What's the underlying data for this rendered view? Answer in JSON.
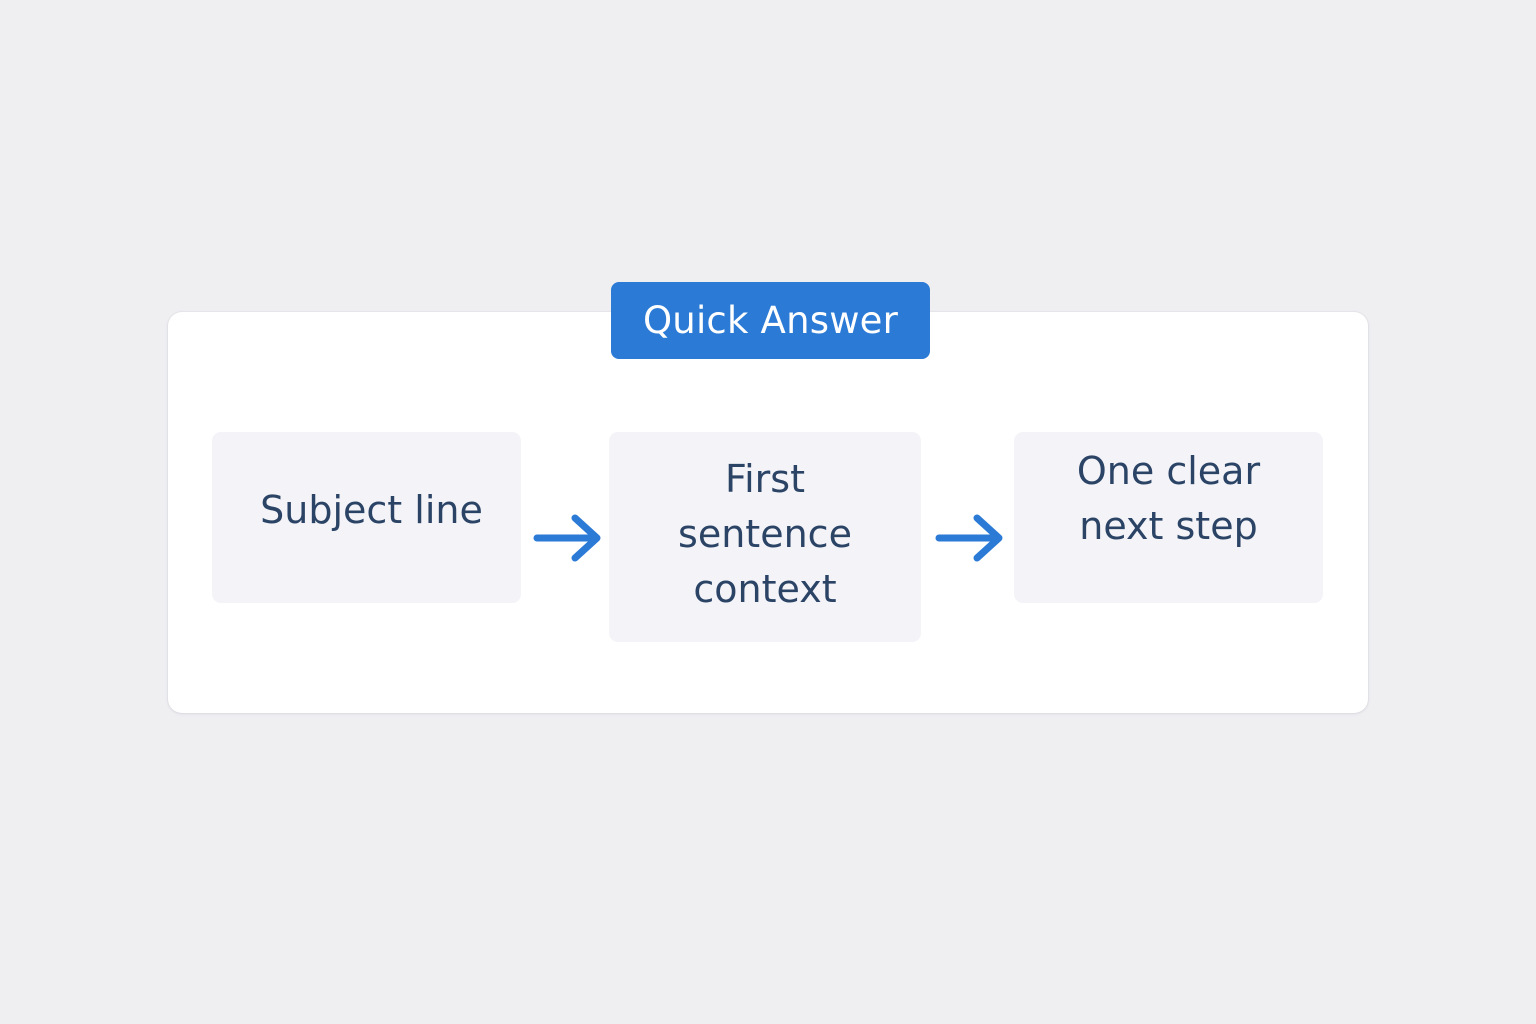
{
  "diagram": {
    "title": "Quick Answer",
    "colors": {
      "background": "#efeff2",
      "card": "#ffffff",
      "accent": "#2a7ad6",
      "step_fill": "#f3f3f8",
      "text": "#2b4466"
    },
    "steps": [
      {
        "label": "Subject line",
        "lines": [
          "Subject line"
        ]
      },
      {
        "label": "First sentence context",
        "lines": [
          "First",
          "sentence",
          "context"
        ]
      },
      {
        "label": "One clear next step",
        "lines": [
          "One clear",
          "next step"
        ]
      }
    ],
    "connectors": [
      {
        "from": 0,
        "to": 1,
        "icon": "arrow-right-icon"
      },
      {
        "from": 1,
        "to": 2,
        "icon": "arrow-right-icon"
      }
    ]
  }
}
